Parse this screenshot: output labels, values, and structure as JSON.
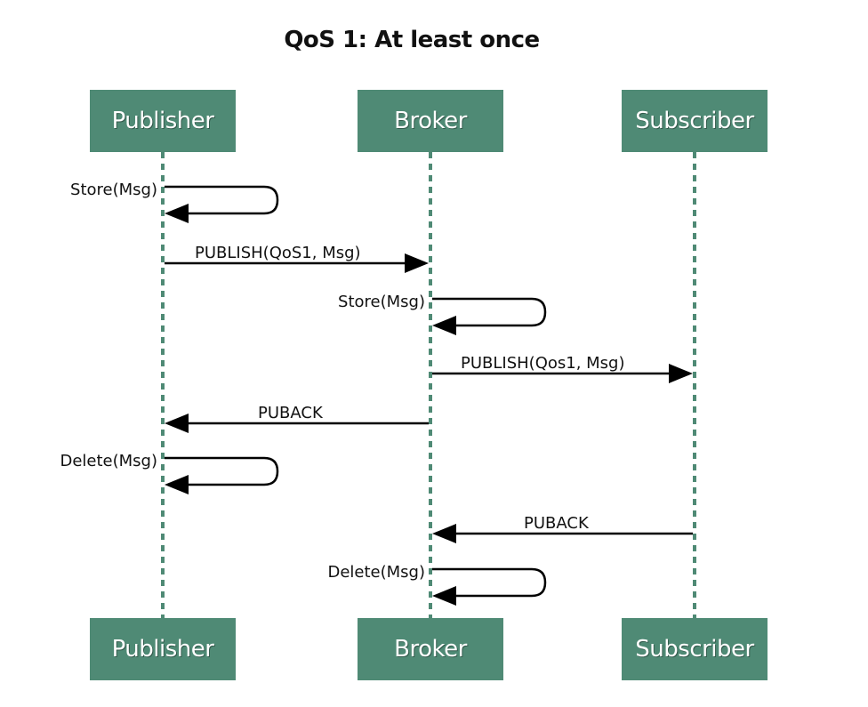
{
  "title": "QoS 1: At least once",
  "participants": [
    "Publisher",
    "Broker",
    "Subscriber"
  ],
  "messages": [
    {
      "from": "Publisher",
      "to": "Publisher",
      "label": "Store(Msg)"
    },
    {
      "from": "Publisher",
      "to": "Broker",
      "label": "PUBLISH(QoS1, Msg)"
    },
    {
      "from": "Broker",
      "to": "Broker",
      "label": "Store(Msg)"
    },
    {
      "from": "Broker",
      "to": "Subscriber",
      "label": "PUBLISH(Qos1, Msg)"
    },
    {
      "from": "Broker",
      "to": "Publisher",
      "label": "PUBACK"
    },
    {
      "from": "Publisher",
      "to": "Publisher",
      "label": "Delete(Msg)"
    },
    {
      "from": "Subscriber",
      "to": "Broker",
      "label": "PUBACK"
    },
    {
      "from": "Broker",
      "to": "Broker",
      "label": "Delete(Msg)"
    }
  ],
  "colors": {
    "actor_fill": "#4f8a75",
    "lifeline": "#4f8a75",
    "arrow": "#000000"
  }
}
